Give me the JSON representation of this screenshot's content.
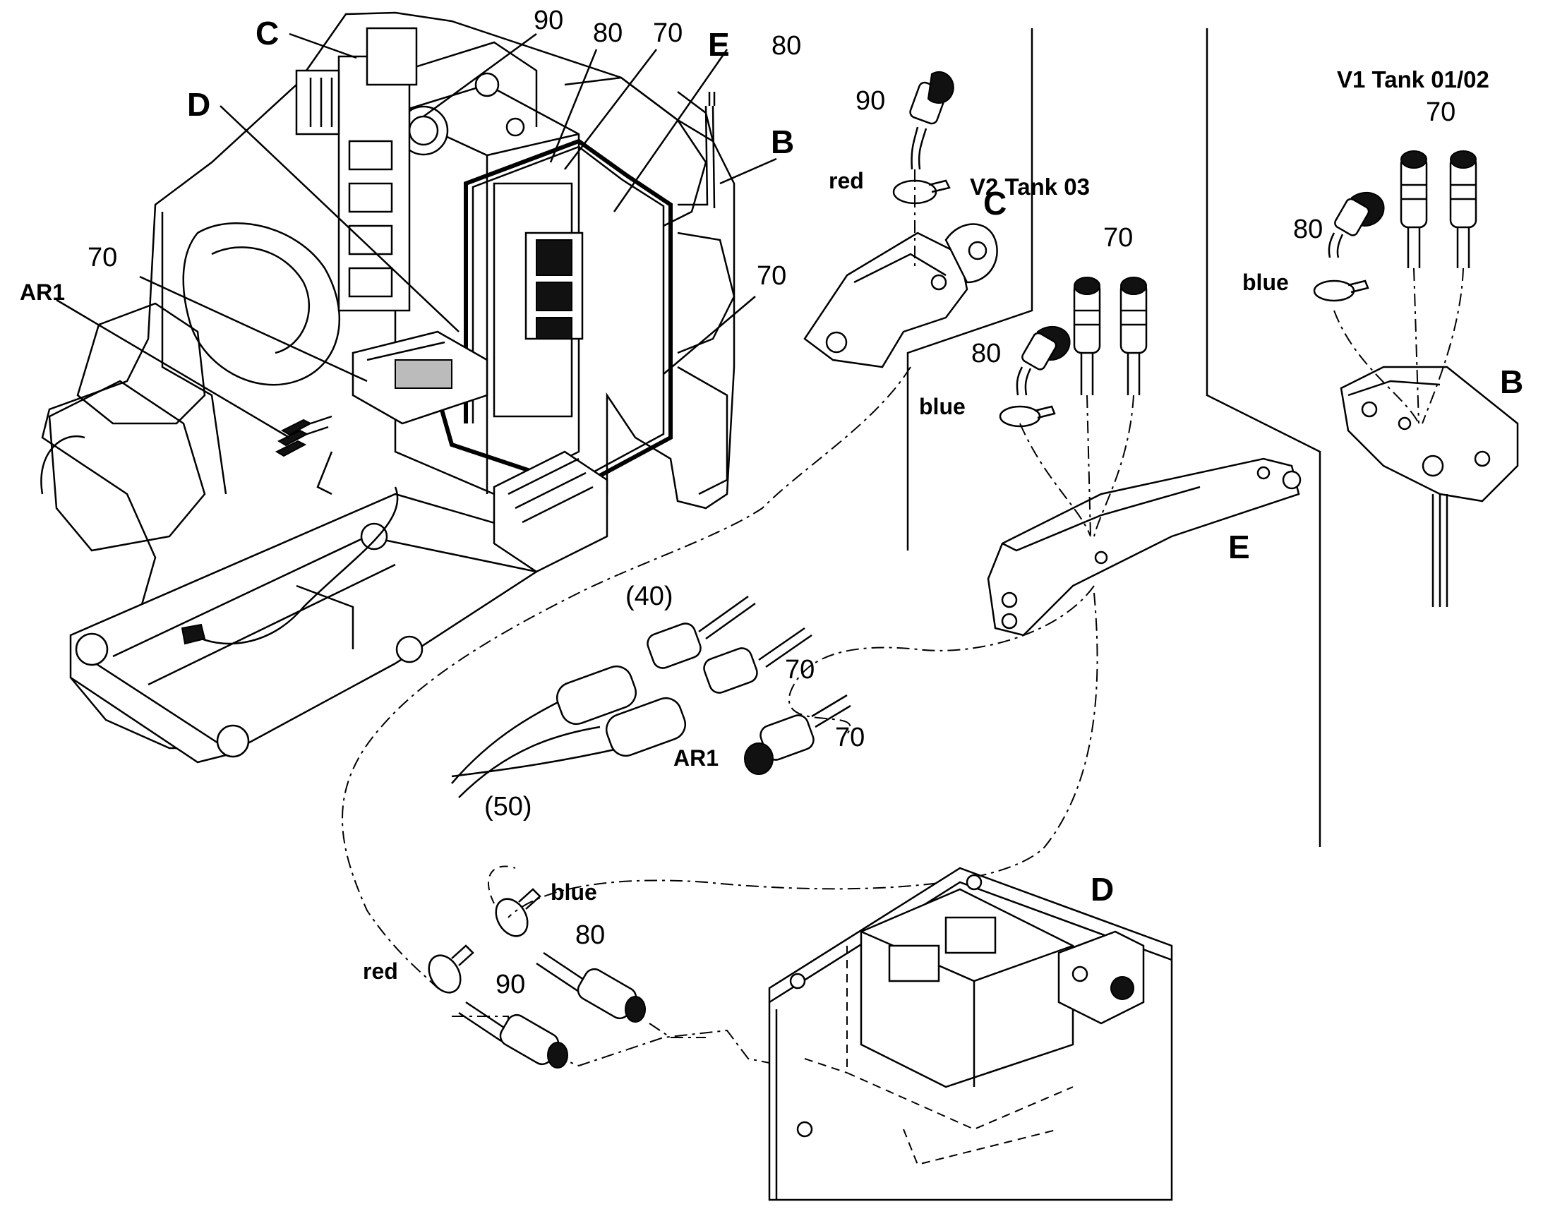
{
  "labels": {
    "c_main": "C",
    "d_main": "D",
    "n90_top": "90",
    "n80_top": "80",
    "n70_top": "70",
    "e_main": "E",
    "n80_right": "80",
    "b_main": "B",
    "n70_left": "70",
    "ar1_left": "AR1",
    "n70_mid": "70",
    "c90": "90",
    "c_red": "red",
    "c_detail": "C",
    "e_tank": "V2 Tank 03",
    "e70": "70",
    "e80": "80",
    "e_blue": "blue",
    "e_detail": "E",
    "b_tank": "V1 Tank 01/02",
    "b70": "70",
    "b80": "80",
    "b_blue": "blue",
    "b_detail": "B",
    "p40": "(40)",
    "p70a": "70",
    "p70b": "70",
    "p_ar1": "AR1",
    "p50": "(50)",
    "d_detail": "D",
    "d_blue": "blue",
    "d80": "80",
    "d_red": "red",
    "d90": "90"
  }
}
